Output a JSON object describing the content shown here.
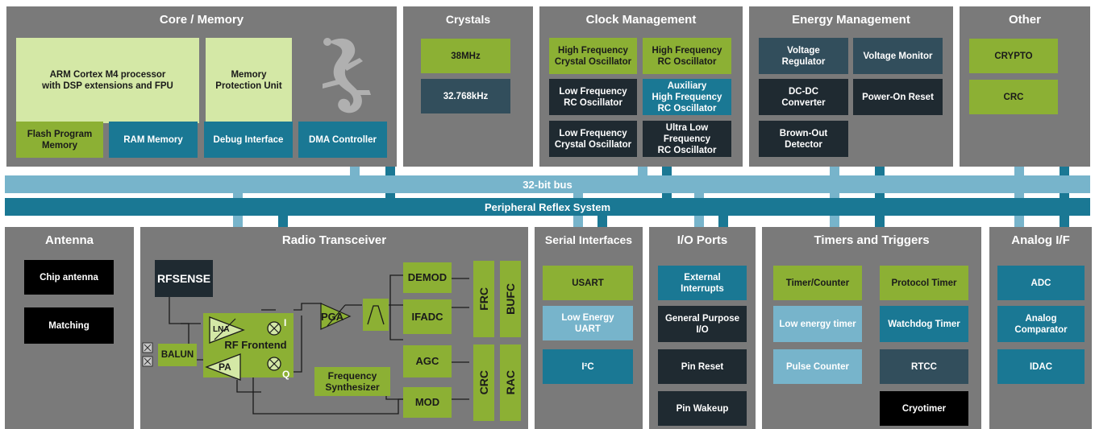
{
  "colors": {
    "panel": "#7a7a7a",
    "green": "#8cb034",
    "light_green": "#d4e8a6",
    "teal": "#1a7894",
    "light_blue": "#77b4cb",
    "slate": "#324e5c",
    "dark": "#1f2a31",
    "black": "#000000"
  },
  "buses": {
    "bus32": "32-bit bus",
    "prs": "Peripheral Reflex System"
  },
  "core": {
    "title": "Core / Memory",
    "cpu": "ARM Cortex M4 processor\nwith DSP extensions and FPU",
    "mpu": "Memory\nProtection Unit",
    "flash": "Flash Program\nMemory",
    "ram": "RAM Memory",
    "debug": "Debug Interface",
    "dma": "DMA Controller",
    "logo_icon": "gecko-icon"
  },
  "crystals": {
    "title": "Crystals",
    "hf": "38MHz",
    "lf": "32.768kHz"
  },
  "clock": {
    "title": "Clock Management",
    "hfxo": "High Frequency\nCrystal Oscillator",
    "hfrco": "High Frequency\nRC Oscillator",
    "lfrco": "Low Frequency\nRC Oscillator",
    "auxhfrco": "Auxiliary\nHigh Frequency\nRC Oscillator",
    "lfxo": "Low Frequency\nCrystal Oscillator",
    "ulfrco": "Ultra Low\nFrequency\nRC Oscillator"
  },
  "energy": {
    "title": "Energy Management",
    "vreg": "Voltage\nRegulator",
    "vmon": "Voltage Monitor",
    "dcdc": "DC-DC\nConverter",
    "por": "Power-On Reset",
    "bod": "Brown-Out\nDetector"
  },
  "other": {
    "title": "Other",
    "crypto": "CRYPTO",
    "crc": "CRC"
  },
  "antenna": {
    "title": "Antenna",
    "chip": "Chip antenna",
    "matching": "Matching"
  },
  "radio": {
    "title": "Radio Transceiver",
    "rfsense": "RFSENSE",
    "balun": "BALUN",
    "lna": "LNA",
    "pa": "PA",
    "frontend": "RF Frontend",
    "i": "I",
    "q": "Q",
    "pga": "PGA",
    "demod": "DEMOD",
    "ifadc": "IFADC",
    "agc": "AGC",
    "mod": "MOD",
    "synth": "Frequency\nSynthesizer",
    "frc": "FRC",
    "bufc": "BUFC",
    "crc": "CRC",
    "rac": "RAC"
  },
  "serial": {
    "title": "Serial Interfaces",
    "usart": "USART",
    "leuart": "Low Energy\nUART",
    "i2c": "I²C"
  },
  "io": {
    "title": "I/O Ports",
    "extint": "External\nInterrupts",
    "gpio": "General Purpose\nI/O",
    "pinreset": "Pin Reset",
    "pinwakeup": "Pin Wakeup"
  },
  "timers": {
    "title": "Timers and Triggers",
    "timer": "Timer/Counter",
    "protimer": "Protocol Timer",
    "letimer": "Low energy timer",
    "wdog": "Watchdog Timer",
    "pcnt": "Pulse Counter",
    "rtcc": "RTCC",
    "cryotimer": "Cryotimer"
  },
  "analog": {
    "title": "Analog I/F",
    "adc": "ADC",
    "acmp": "Analog\nComparator",
    "idac": "IDAC"
  }
}
